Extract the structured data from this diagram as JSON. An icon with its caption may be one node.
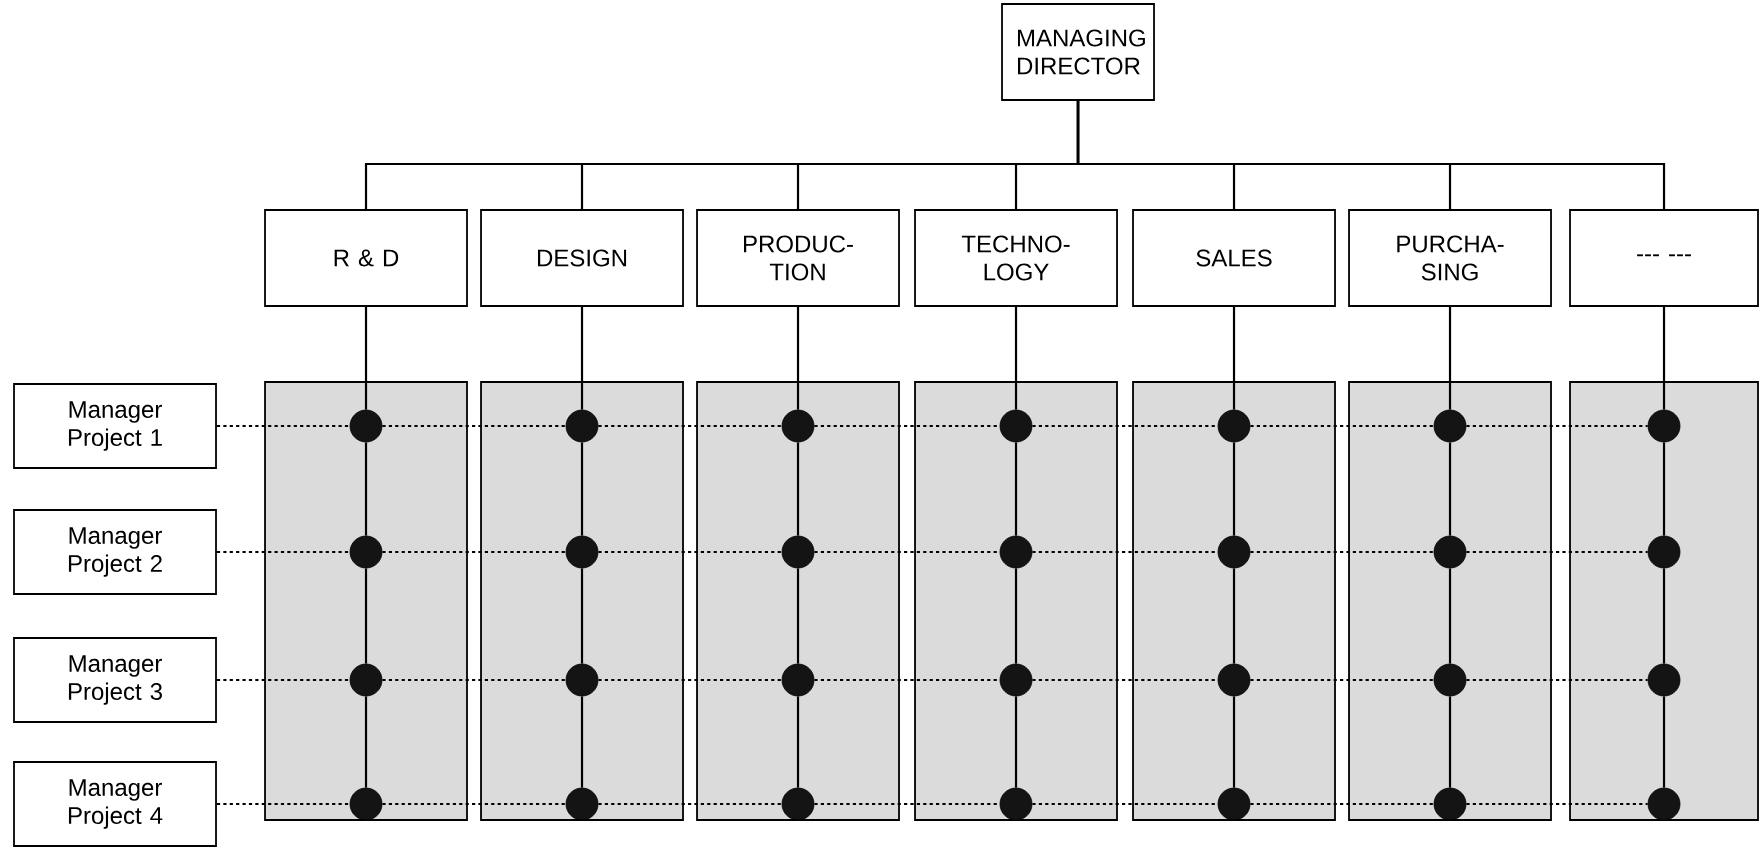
{
  "diagram": {
    "nodes": [
      {
        "text": [
          "MANAGING DIRECTOR"
        ]
      },
      {
        "text": [
          "R & D"
        ]
      },
      {
        "text": [
          "DESIGN"
        ]
      },
      {
        "text": [
          "PRODUC- TION"
        ]
      },
      {
        "text": [
          "TECHNO- LOGY"
        ]
      },
      {
        "text": [
          "SALES"
        ]
      },
      {
        "text": [
          "PURCHA- SING"
        ]
      },
      {
        "text": [
          "--- ---"
        ]
      },
      {
        "text": [
          "Manager Project 1"
        ]
      },
      {
        "text": [
          "Manager Project 2"
        ]
      },
      {
        "text": [
          "Manager Project 3"
        ]
      },
      {
        "text": [
          "Manager Project 4"
        ]
      },
      {
        "text": [],
        "shape": "box"
      },
      {
        "text": [],
        "shape": "box"
      },
      {
        "text": [],
        "shape": "box"
      },
      {
        "text": [],
        "shape": "box"
      },
      {
        "text": [],
        "shape": "box"
      },
      {
        "text": [],
        "shape": "box"
      },
      {
        "text": [],
        "shape": "box"
      },
      {
        "text": [],
        "shape": "circle",
        "in": 12
      },
      {
        "text": [],
        "shape": "circle",
        "in": 13
      },
      {
        "text": [],
        "shape": "circle",
        "in": 14
      },
      {
        "text": [],
        "shape": "circle",
        "in": 15
      },
      {
        "text": [],
        "shape": "circle",
        "in": 16
      },
      {
        "text": [],
        "shape": "circle",
        "in": 17
      },
      {
        "text": [],
        "shape": "circle",
        "in": 18
      },
      {
        "text": [],
        "shape": "circle",
        "in": 12
      },
      {
        "text": [],
        "shape": "circle",
        "in": 13
      },
      {
        "text": [],
        "shape": "circle",
        "in": 14
      },
      {
        "text": [],
        "shape": "circle",
        "in": 15
      },
      {
        "text": [],
        "shape": "circle",
        "in": 16
      },
      {
        "text": [],
        "shape": "circle",
        "in": 17
      },
      {
        "text": [],
        "shape": "circle",
        "in": 18
      },
      {
        "text": [],
        "shape": "circle",
        "in": 12
      },
      {
        "text": [],
        "shape": "circle",
        "in": 13
      },
      {
        "text": [],
        "shape": "circle",
        "in": 14
      },
      {
        "text": [],
        "shape": "circle",
        "in": 15
      },
      {
        "text": [],
        "shape": "circle",
        "in": 16
      },
      {
        "text": [],
        "shape": "circle",
        "in": 17
      },
      {
        "text": [],
        "shape": "circle",
        "in": 18
      },
      {
        "text": [],
        "shape": "circle",
        "in": 12
      },
      {
        "text": [],
        "shape": "circle",
        "in": 13
      },
      {
        "text": [],
        "shape": "circle",
        "in": 14
      },
      {
        "text": [],
        "shape": "circle",
        "in": 15
      },
      {
        "text": [],
        "shape": "circle",
        "in": 16
      },
      {
        "text": [],
        "shape": "circle",
        "in": 17
      },
      {
        "text": [],
        "shape": "circle",
        "in": 18
      }
    ],
    "edges": [
      {
        "from": 0,
        "to": 1,
        "arrow": "none"
      },
      {
        "from": 0,
        "to": 2,
        "arrow": "none"
      },
      {
        "from": 0,
        "to": 3,
        "arrow": "none"
      },
      {
        "from": 0,
        "to": 4,
        "arrow": "none"
      },
      {
        "from": 0,
        "to": 5,
        "arrow": "none"
      },
      {
        "from": 0,
        "to": 6,
        "arrow": "none"
      },
      {
        "from": 0,
        "to": 7,
        "arrow": "none"
      },
      {
        "from": 1,
        "to": 19,
        "arrow": "none"
      },
      {
        "from": 2,
        "to": 20,
        "arrow": "none"
      },
      {
        "from": 3,
        "to": 21,
        "arrow": "none"
      },
      {
        "from": 4,
        "to": 22,
        "arrow": "none"
      },
      {
        "from": 5,
        "to": 23,
        "arrow": "none"
      },
      {
        "from": 6,
        "to": 24,
        "arrow": "none"
      },
      {
        "from": 7,
        "to": 25,
        "arrow": "none"
      },
      {
        "from": 19,
        "to": 26,
        "arrow": "none"
      },
      {
        "from": 20,
        "to": 27,
        "arrow": "none"
      },
      {
        "from": 21,
        "to": 28,
        "arrow": "none"
      },
      {
        "from": 22,
        "to": 29,
        "arrow": "none"
      },
      {
        "from": 23,
        "to": 30,
        "arrow": "none"
      },
      {
        "from": 24,
        "to": 31,
        "arrow": "none"
      },
      {
        "from": 25,
        "to": 32,
        "arrow": "none"
      },
      {
        "from": 26,
        "to": 33,
        "arrow": "none"
      },
      {
        "from": 27,
        "to": 34,
        "arrow": "none"
      },
      {
        "from": 28,
        "to": 35,
        "arrow": "none"
      },
      {
        "from": 29,
        "to": 36,
        "arrow": "none"
      },
      {
        "from": 30,
        "to": 37,
        "arrow": "none"
      },
      {
        "from": 31,
        "to": 38,
        "arrow": "none"
      },
      {
        "from": 32,
        "to": 39,
        "arrow": "none"
      },
      {
        "from": 33,
        "to": 40,
        "arrow": "none"
      },
      {
        "from": 34,
        "to": 41,
        "arrow": "none"
      },
      {
        "from": 35,
        "to": 42,
        "arrow": "none"
      },
      {
        "from": 36,
        "to": 43,
        "arrow": "none"
      },
      {
        "from": 37,
        "to": 44,
        "arrow": "none"
      },
      {
        "from": 38,
        "to": 45,
        "arrow": "none"
      },
      {
        "from": 39,
        "to": 46,
        "arrow": "none"
      },
      {
        "from": 8,
        "to": 19,
        "arrow": "none",
        "style": "dashed"
      },
      {
        "from": 19,
        "to": 20,
        "arrow": "none",
        "style": "dashed"
      },
      {
        "from": 20,
        "to": 21,
        "arrow": "none",
        "style": "dashed"
      },
      {
        "from": 21,
        "to": 22,
        "arrow": "none",
        "style": "dashed"
      },
      {
        "from": 22,
        "to": 23,
        "arrow": "none",
        "style": "dashed"
      },
      {
        "from": 23,
        "to": 24,
        "arrow": "none",
        "style": "dashed"
      },
      {
        "from": 24,
        "to": 25,
        "arrow": "none",
        "style": "dashed"
      },
      {
        "from": 9,
        "to": 26,
        "arrow": "none",
        "style": "dashed"
      },
      {
        "from": 26,
        "to": 27,
        "arrow": "none",
        "style": "dashed"
      },
      {
        "from": 27,
        "to": 28,
        "arrow": "none",
        "style": "dashed"
      },
      {
        "from": 28,
        "to": 29,
        "arrow": "none",
        "style": "dashed"
      },
      {
        "from": 29,
        "to": 30,
        "arrow": "none",
        "style": "dashed"
      },
      {
        "from": 30,
        "to": 31,
        "arrow": "none",
        "style": "dashed"
      },
      {
        "from": 31,
        "to": 32,
        "arrow": "none",
        "style": "dashed"
      },
      {
        "from": 10,
        "to": 33,
        "arrow": "none",
        "style": "dashed"
      },
      {
        "from": 33,
        "to": 34,
        "arrow": "none",
        "style": "dashed"
      },
      {
        "from": 34,
        "to": 35,
        "arrow": "none",
        "style": "dashed"
      },
      {
        "from": 35,
        "to": 36,
        "arrow": "none",
        "style": "dashed"
      },
      {
        "from": 36,
        "to": 37,
        "arrow": "none",
        "style": "dashed"
      },
      {
        "from": 37,
        "to": 38,
        "arrow": "none",
        "style": "dashed"
      },
      {
        "from": 38,
        "to": 39,
        "arrow": "none",
        "style": "dashed"
      },
      {
        "from": 11,
        "to": 40,
        "arrow": "none",
        "style": "dashed"
      },
      {
        "from": 40,
        "to": 41,
        "arrow": "none",
        "style": "dashed"
      },
      {
        "from": 41,
        "to": 42,
        "arrow": "none",
        "style": "dashed"
      },
      {
        "from": 42,
        "to": 43,
        "arrow": "none",
        "style": "dashed"
      },
      {
        "from": 43,
        "to": 44,
        "arrow": "none",
        "style": "dashed"
      },
      {
        "from": 44,
        "to": 45,
        "arrow": "none",
        "style": "dashed"
      },
      {
        "from": 45,
        "to": 46,
        "arrow": "none",
        "style": "dashed"
      }
    ]
  }
}
